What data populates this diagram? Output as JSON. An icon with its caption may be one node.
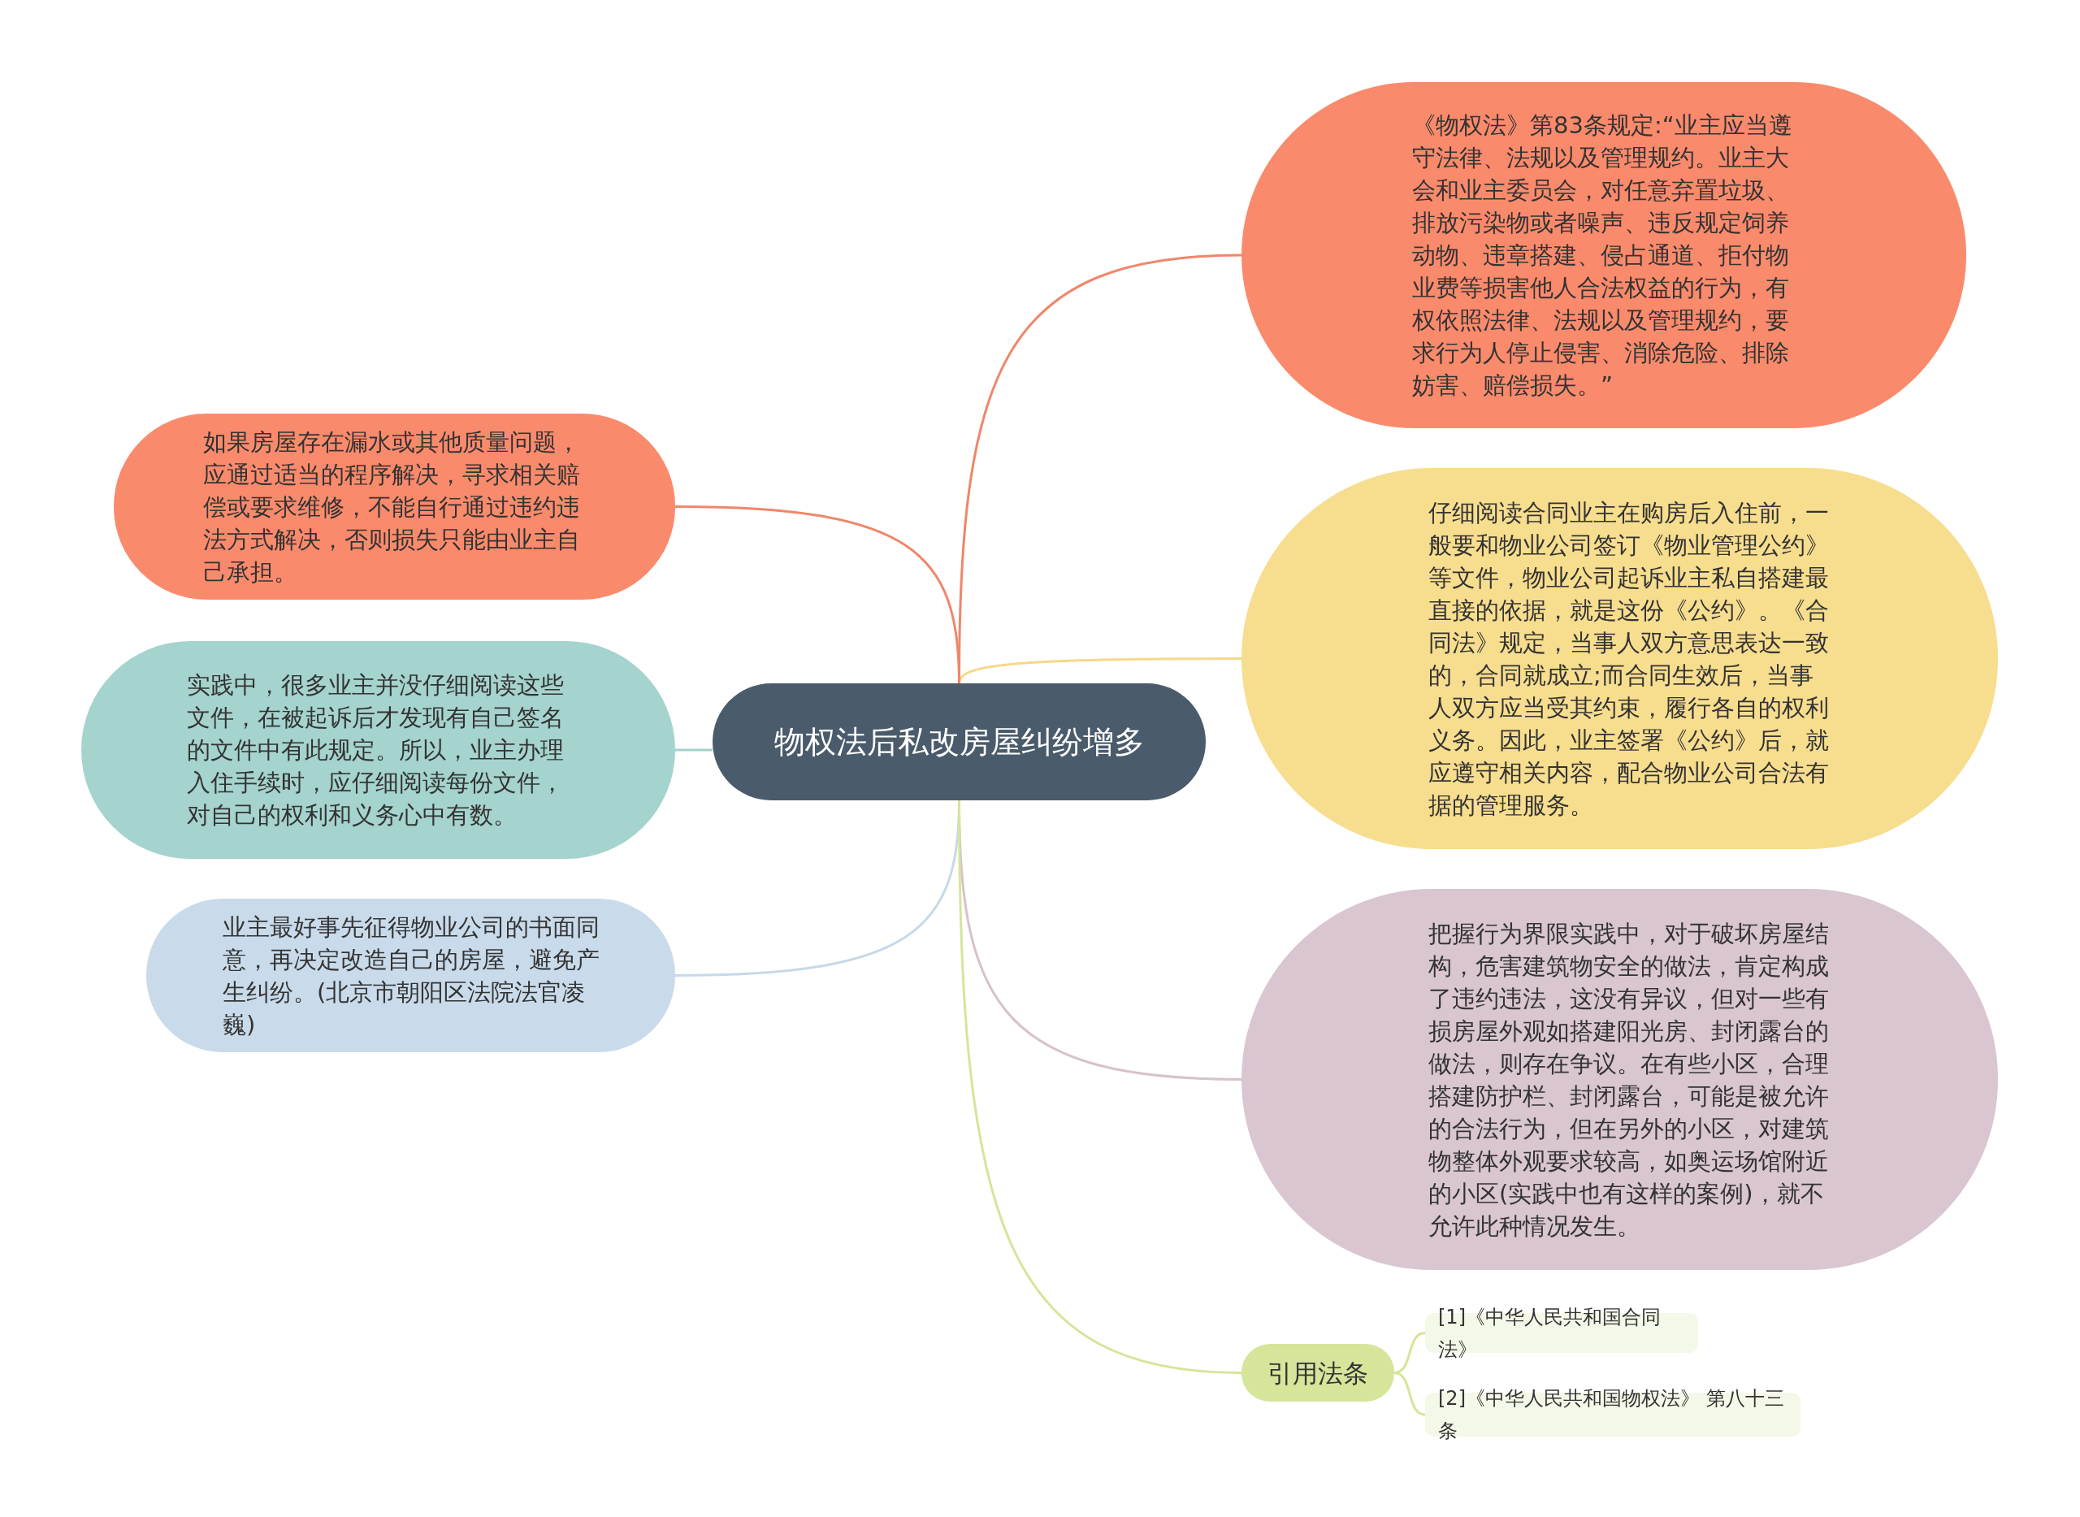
{
  "diagram": {
    "nodes": [
      {
        "text": [
          "物权法后私改房屋纠纷增多"
        ]
      },
      {
        "text": [
          "《物权法》第83条规定:“业主应当遵守法律、法规以及管理规约。业主大会和业主委员会，对任意弃置垃圾、排放污染物或者噪声、违反规定饲养动物、违章搭建、侵占通道、拒付物业费等损害他人合法权益的行为，有权依照法律、法规以及管理规约，要求行为人停止侵害、消除危险、排除妨害、赔偿损失。”"
        ]
      },
      {
        "text": [
          "仔细阅读合同业主在购房后入住前，一般要和物业公司签订《物业管理公约》等文件，物业公司起诉业主私自搭建最直接的依据，就是这份《公约》。《合同法》规定，当事人双方意思表达一致的，合同就成立;而合同生效后，当事人双方应当受其约束，履行各自的权利义务。因此，业主签署《公约》后，就应遵守相关内容，配合物业公司合法有据的管理服务。"
        ]
      },
      {
        "text": [
          "把握行为界限实践中，对于破坏房屋结构，危害建筑物安全的做法，肯定构成了违约违法，这没有异议，但对一些有损房屋外观如搭建阳光房、封闭露台的做法，则存在争议。在有些小区，合理搭建防护栏、封闭露台，可能是被允许的合法行为，但在另外的小区，对建筑物整体外观要求较高，如奥运场馆附近的小区(实践中也有这样的案例)，就不允许此种情况发生。"
        ]
      },
      {
        "text": [
          "如果房屋存在漏水或其他质量问题，应通过适当的程序解决，寻求相关赔偿或要求维修，不能自行通过违约违法方式解决，否则损失只能由业主自己承担。"
        ]
      },
      {
        "text": [
          "实践中，很多业主并没仔细阅读这些文件，在被起诉后才发现有自己签名的文件中有此规定。所以，业主办理入住手续时，应仔细阅读每份文件，对自己的权利和义务心中有数。"
        ]
      },
      {
        "text": [
          "业主最好事先征得物业公司的书面同意，再决定改造自己的房屋，避免产生纠纷。(北京市朝阳区法院法官凌巍)"
        ]
      },
      {
        "text": [
          "引用法条"
        ]
      },
      {
        "text": [
          "[1]《中华人民共和国合同法》"
        ]
      },
      {
        "text": [
          "[2]《中华人民共和国物权法》 第八十三条"
        ]
      }
    ],
    "edges": [
      {
        "from": 0,
        "to": 1,
        "arrow": "none",
        "color": "#f0866a"
      },
      {
        "from": 0,
        "to": 2,
        "arrow": "none",
        "color": "#f5d98a"
      },
      {
        "from": 0,
        "to": 3,
        "arrow": "none",
        "color": "#d6c2cc"
      },
      {
        "from": 0,
        "to": 4,
        "arrow": "none",
        "color": "#f0866a"
      },
      {
        "from": 0,
        "to": 5,
        "arrow": "none",
        "color": "#a3d2cc"
      },
      {
        "from": 0,
        "to": 6,
        "arrow": "none",
        "color": "#c6d9e8"
      },
      {
        "from": 0,
        "to": 7,
        "arrow": "none",
        "color": "#d5e59a"
      },
      {
        "from": 7,
        "to": 8,
        "arrow": "none",
        "color": "#d5e59a"
      },
      {
        "from": 7,
        "to": 9,
        "arrow": "none",
        "color": "#d5e59a"
      }
    ]
  }
}
